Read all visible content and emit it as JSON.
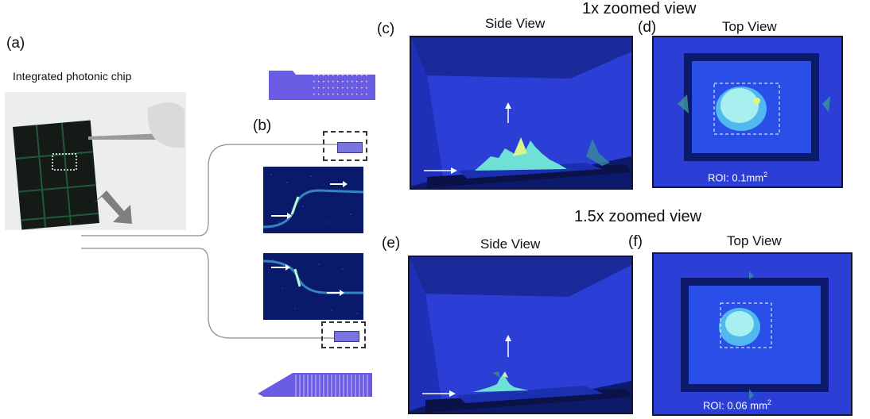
{
  "figure": {
    "panel_labels": {
      "a": "(a)",
      "b": "(b)",
      "c": "(c)",
      "d": "(d)",
      "e": "(e)",
      "f": "(f)"
    },
    "chip_caption": "Integrated photonic chip",
    "zoom_1x_title": "1x zoomed view",
    "zoom_15x_title": "1.5x zoomed view",
    "side_view_label": "Side View",
    "top_view_label": "Top View",
    "roi_1x": "ROI: 0.1mm",
    "roi_1x_sup": "2",
    "roi_15x": "ROI: 0.06 mm",
    "roi_15x_sup": "2",
    "colors": {
      "panel_blue": "#2b3fd6",
      "dark_frame": "#0d1a6b",
      "hotspot": "#a8f0f0",
      "coupler": "#6b5ce6",
      "waveguide": "#888888"
    }
  }
}
